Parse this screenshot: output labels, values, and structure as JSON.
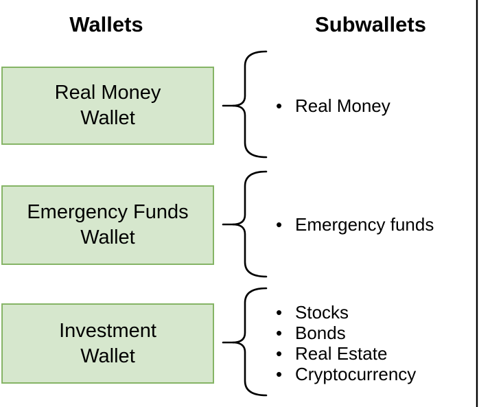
{
  "headers": {
    "wallets": "Wallets",
    "subwallets": "Subwallets"
  },
  "wallets": [
    {
      "label": "Real Money\nWallet",
      "subwallets": [
        "Real Money"
      ]
    },
    {
      "label": "Emergency Funds\nWallet",
      "subwallets": [
        "Emergency funds"
      ]
    },
    {
      "label": "Investment\nWallet",
      "subwallets": [
        "Stocks",
        "Bonds",
        "Real Estate",
        "Cryptocurrency"
      ]
    }
  ],
  "style": {
    "box_fill": "#d6e7cd",
    "box_border": "#85b465",
    "line_color": "#000000",
    "bullet_glyph": "•"
  }
}
